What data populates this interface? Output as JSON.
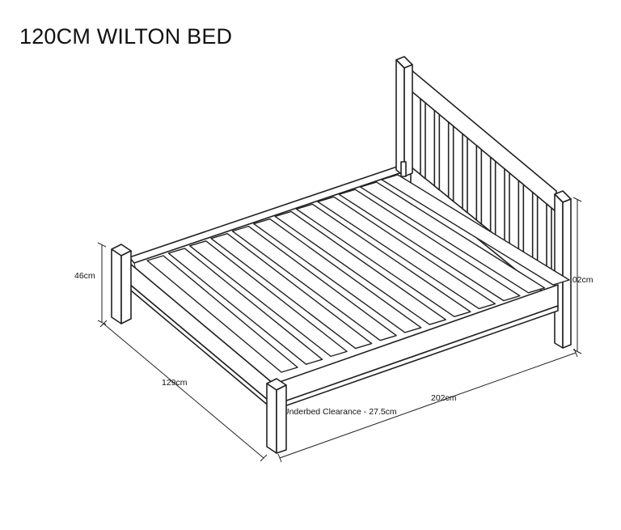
{
  "title": "120CM WILTON BED",
  "dimensions": {
    "height_footend": "46cm",
    "height_headboard": "102cm",
    "width": "129cm",
    "length": "202cm",
    "underbed_clearance": "Underbed Clearance - 27.5cm"
  },
  "slat_count": 12,
  "headboard_spindle_count": 10
}
